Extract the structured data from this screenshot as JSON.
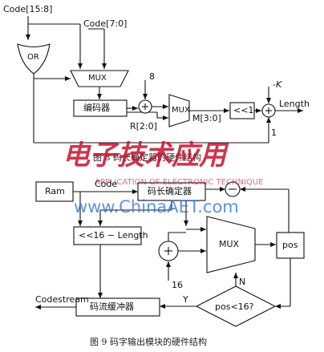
{
  "fig8": {
    "inputs": {
      "code_hi": "Code[15:8]",
      "code_lo": "Code[7:0]"
    },
    "or_gate": "OR",
    "mux1": "MUX",
    "encoder": "编码器",
    "const_8": "8",
    "r_bus": "R[2:0]",
    "mux2": "MUX",
    "m_bus": "M[3:0]",
    "shift": "<<1",
    "neg_k": "-K",
    "const_1": "1",
    "length_out": "Length",
    "caption": "图 8   码长确定器的硬件结构"
  },
  "fig9": {
    "ram": "Ram",
    "code_in": "Code",
    "length_determiner": "码长确定器",
    "shift_len": "<<16 − Length",
    "mux": "MUX",
    "pos": "pos",
    "const_16": "16",
    "n_label": "N",
    "y_label": "Y",
    "decision": "pos<16?",
    "buffer": "码流缓冲器",
    "codestream": "Codestream",
    "caption": "图 9   码字输出模块的硬件结构"
  },
  "watermark": {
    "logo": "电子技术应用",
    "sub": "APPLICATION OF ELECTRONIC TECHNIQUE",
    "url": "www.ChinaAET.com"
  }
}
